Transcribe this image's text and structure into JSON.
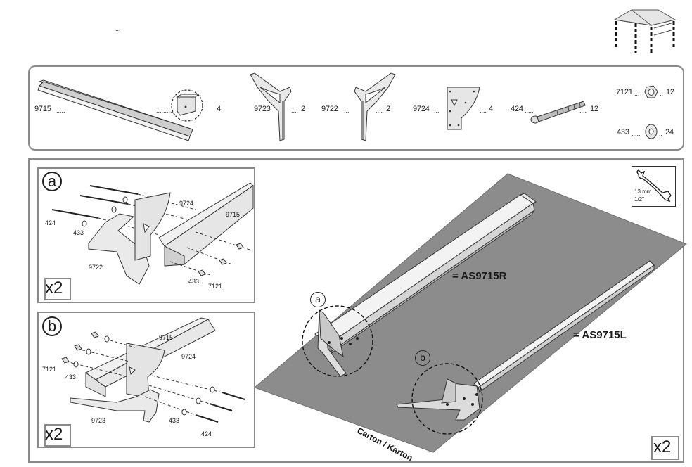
{
  "header": {
    "dots": "..."
  },
  "parts": [
    {
      "code": "9715",
      "qty": "4"
    },
    {
      "code": "9723",
      "qty": "2"
    },
    {
      "code": "9722",
      "qty": "2"
    },
    {
      "code": "9724",
      "qty": "4"
    },
    {
      "code": "424",
      "qty": "12"
    },
    {
      "code": "7121",
      "qty": "12"
    },
    {
      "code": "433",
      "qty": "24"
    }
  ],
  "step_a": {
    "letter": "a",
    "labels": [
      "9724",
      "9715",
      "424",
      "433",
      "9722",
      "433",
      "7121"
    ],
    "count": "x2"
  },
  "step_b": {
    "letter": "b",
    "labels": [
      "9715",
      "9724",
      "7121",
      "433",
      "9723",
      "433",
      "424"
    ],
    "count": "x2"
  },
  "main": {
    "callout_a": "a",
    "callout_b": "b",
    "right_label": "= AS9715R",
    "left_label": "= AS9715L",
    "carton": "Carton / Karton",
    "count": "x2"
  },
  "tool": {
    "size_mm": "13 mm",
    "size_in": "1/2\""
  }
}
